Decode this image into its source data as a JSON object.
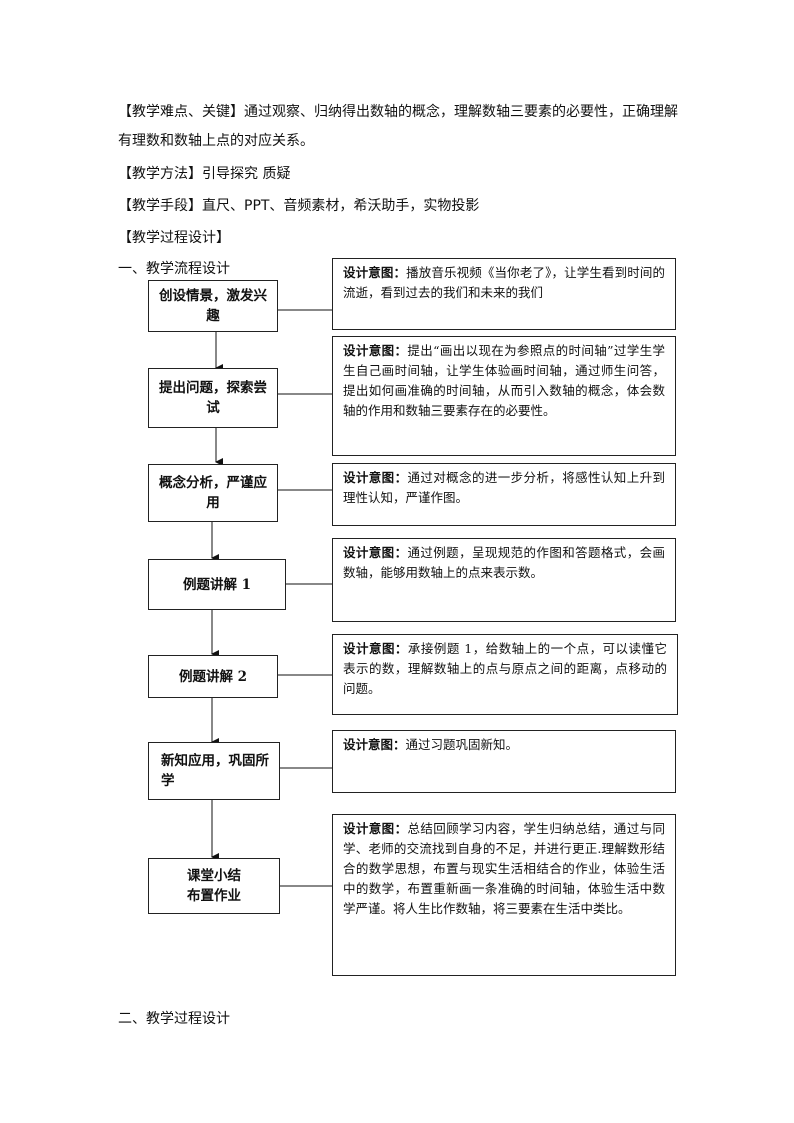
{
  "intro": {
    "difficulty": "【教学难点、关键】通过观察、归纳得出数轴的概念，理解数轴三要素的必要性，正确理解有理数和数轴上点的对应关系。",
    "method": "【教学方法】引导探究 质疑",
    "means": "【教学手段】直尺、PPT、音频素材，希沃助手，实物投影",
    "process_title": "【教学过程设计】"
  },
  "flow_title": "一、教学流程设计",
  "steps": [
    "创设情景，激发兴趣",
    "提出问题，探索尝试",
    "概念分析，严谨应用",
    "例题讲解 1",
    "例题讲解 2",
    "新知应用，巩固所学",
    "课堂小结\n布置作业"
  ],
  "design_label": "设计意图：",
  "notes": [
    "播放音乐视频《当你老了》，让学生看到时间的流逝，看到过去的我们和未来的我们",
    "提出“画出以现在为参照点的时间轴”过学生学生自己画时间轴，让学生体验画时间轴，通过师生问答，提出如何画准确的时间轴，从而引入数轴的概念，体会数轴的作用和数轴三要素存在的必要性。",
    "通过对概念的进一步分析，将感性认知上升到理性认知，严谨作图。",
    "通过例题，呈现规范的作图和答题格式，会画数轴，能够用数轴上的点来表示数。",
    "承接例题 1，给数轴上的一个点，可以读懂它表示的数，理解数轴上的点与原点之间的距离，点移动的问题。",
    "通过习题巩固新知。",
    "总结回顾学习内容，学生归纳总结，通过与同学、老师的交流找到自身的不足，并进行更正.理解数形结合的数学思想，布置与现实生活相结合的作业，体验生活中的数学，布置重新画一条准确的时间轴，体验生活中数学严谨。将人生比作数轴，将三要素在生活中类比。"
  ],
  "section2_title": "二、教学过程设计"
}
